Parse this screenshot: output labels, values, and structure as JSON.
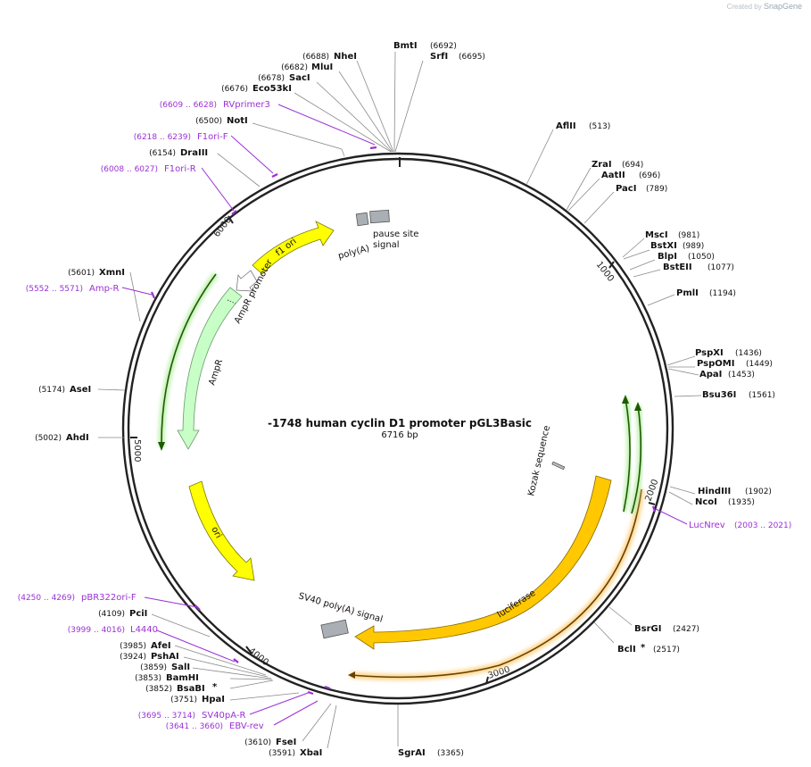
{
  "credit": {
    "prefix": "Created by",
    "brand": "SnapGene"
  },
  "plasmid": {
    "name": "-1748 human cyclin D1 promoter pGL3Basic",
    "length_label": "6716 bp"
  },
  "colors": {
    "enzyme_line": "#8a8a8a",
    "primer": "#9b30d6",
    "ori": "#ffff00",
    "ampr": "#c7ffc7",
    "luciferase": "#ffc800",
    "grey_feature": "#a9afb5",
    "ring": "#222222"
  },
  "scale_labels": [
    "1000",
    "2000",
    "3000",
    "4000",
    "5000",
    "6000"
  ],
  "enzymes": [
    {
      "name": "BmtI",
      "pos": "(6692)",
      "star": ""
    },
    {
      "name": "SrfI",
      "pos": "(6695)",
      "star": ""
    },
    {
      "name": "NheI",
      "pos": "(6688)",
      "star": ""
    },
    {
      "name": "MluI",
      "pos": "(6682)",
      "star": ""
    },
    {
      "name": "SacI",
      "pos": "(6678)",
      "star": ""
    },
    {
      "name": "Eco53kI",
      "pos": "(6676)",
      "star": ""
    },
    {
      "name": "NotI",
      "pos": "(6500)",
      "star": ""
    },
    {
      "name": "DraIII",
      "pos": "(6154)",
      "star": ""
    },
    {
      "name": "XmnI",
      "pos": "(5601)",
      "star": ""
    },
    {
      "name": "AseI",
      "pos": "(5174)",
      "star": ""
    },
    {
      "name": "AhdI",
      "pos": "(5002)",
      "star": ""
    },
    {
      "name": "PciI",
      "pos": "(4109)",
      "star": ""
    },
    {
      "name": "AfeI",
      "pos": "(3985)",
      "star": ""
    },
    {
      "name": "PshAI",
      "pos": "(3924)",
      "star": ""
    },
    {
      "name": "SalI",
      "pos": "(3859)",
      "star": ""
    },
    {
      "name": "BamHI",
      "pos": "(3853)",
      "star": ""
    },
    {
      "name": "BsaBI",
      "pos": "(3852)",
      "star": "*"
    },
    {
      "name": "HpaI",
      "pos": "(3751)",
      "star": ""
    },
    {
      "name": "FseI",
      "pos": "(3610)",
      "star": ""
    },
    {
      "name": "XbaI",
      "pos": "(3591)",
      "star": ""
    },
    {
      "name": "SgrAI",
      "pos": "(3365)",
      "star": ""
    },
    {
      "name": "AflII",
      "pos": "(513)",
      "star": ""
    },
    {
      "name": "ZraI",
      "pos": "(694)",
      "star": ""
    },
    {
      "name": "AatII",
      "pos": "(696)",
      "star": ""
    },
    {
      "name": "PacI",
      "pos": "(789)",
      "star": ""
    },
    {
      "name": "MscI",
      "pos": "(981)",
      "star": ""
    },
    {
      "name": "BstXI",
      "pos": "(989)",
      "star": ""
    },
    {
      "name": "BlpI",
      "pos": "(1050)",
      "star": ""
    },
    {
      "name": "BstEII",
      "pos": "(1077)",
      "star": ""
    },
    {
      "name": "PmlI",
      "pos": "(1194)",
      "star": ""
    },
    {
      "name": "PspXI",
      "pos": "(1436)",
      "star": ""
    },
    {
      "name": "PspOMI",
      "pos": "(1449)",
      "star": ""
    },
    {
      "name": "ApaI",
      "pos": "(1453)",
      "star": ""
    },
    {
      "name": "Bsu36I",
      "pos": "(1561)",
      "star": ""
    },
    {
      "name": "HindIII",
      "pos": "(1902)",
      "star": ""
    },
    {
      "name": "NcoI",
      "pos": "(1935)",
      "star": ""
    },
    {
      "name": "BsrGI",
      "pos": "(2427)",
      "star": ""
    },
    {
      "name": "BclI",
      "pos": "(2517)",
      "star": "*"
    }
  ],
  "primers": [
    {
      "name": "RVprimer3",
      "range": "(6609 .. 6628)"
    },
    {
      "name": "F1ori-F",
      "range": "(6218 .. 6239)"
    },
    {
      "name": "F1ori-R",
      "range": "(6008 .. 6027)"
    },
    {
      "name": "Amp-R",
      "range": "(5552 .. 5571)"
    },
    {
      "name": "pBR322ori-F",
      "range": "(4250 .. 4269)"
    },
    {
      "name": "L4440",
      "range": "(3999 .. 4016)"
    },
    {
      "name": "SV40pA-R",
      "range": "(3695 .. 3714)"
    },
    {
      "name": "EBV-rev",
      "range": "(3641 .. 3660)"
    },
    {
      "name": "LucNrev",
      "range": "(2003 .. 2021)"
    }
  ],
  "features": {
    "f1_ori": "f1 ori",
    "ampr_promoter": "AmpR promoter",
    "ampr": "AmpR",
    "ori": "ori",
    "luciferase": "luciferase",
    "kozak": "Kozak sequence",
    "sv40_polya": "SV40 poly(A) signal",
    "polya": "poly(A)",
    "pause_site": "pause site",
    "signal": "signal"
  }
}
